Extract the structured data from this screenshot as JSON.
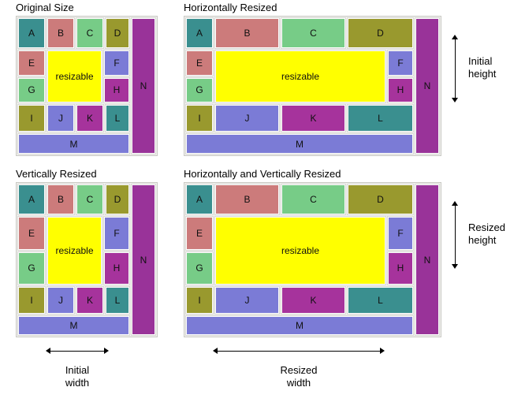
{
  "diagram": {
    "title_font_size": 13,
    "palette": {
      "teal": "#3a8f8f",
      "rose": "#cc7b7b",
      "green": "#77cc87",
      "olive": "#99992e",
      "periwinkle": "#7b7bd6",
      "magenta": "#a6339c",
      "purple": "#993399",
      "yellow": "#ffff00",
      "panel_bg": "#f2f2ef",
      "panel_border": "#c9c9c4",
      "cell_border": "#ffffff",
      "text": "#101010",
      "arrow": "#000000"
    },
    "cell_colors": {
      "A": "#3a8f8f",
      "B": "#cc7b7b",
      "C": "#77cc87",
      "D": "#99992e",
      "E": "#cc7b7b",
      "F": "#7b7bd6",
      "G": "#77cc87",
      "H": "#a6339c",
      "I": "#99992e",
      "J": "#7b7bd6",
      "K": "#a6339c",
      "L": "#3a8f8f",
      "M": "#7b7bd6",
      "N": "#993399",
      "resizable": "#ffff00"
    },
    "panels": [
      {
        "id": "original-size",
        "title": "Original Size",
        "top_row": [
          "A",
          "B",
          "C",
          "D"
        ],
        "left_stack": [
          "E",
          "G"
        ],
        "center": "resizable",
        "right_stack": [
          "F",
          "H"
        ],
        "bottom_row": [
          "I",
          "J",
          "K",
          "L"
        ],
        "full_row": "M",
        "side_column": "N"
      },
      {
        "id": "horizontally-resized",
        "title": "Horizontally Resized",
        "top_row": [
          "A",
          "B",
          "C",
          "D"
        ],
        "left_stack": [
          "E",
          "G"
        ],
        "center": "resizable",
        "right_stack": [
          "F",
          "H"
        ],
        "bottom_row": [
          "I",
          "J",
          "K",
          "L"
        ],
        "full_row": "M",
        "side_column": "N"
      },
      {
        "id": "vertically-resized",
        "title": "Vertically Resized",
        "top_row": [
          "A",
          "B",
          "C",
          "D"
        ],
        "left_stack": [
          "E",
          "G"
        ],
        "center": "resizable",
        "right_stack": [
          "F",
          "H"
        ],
        "bottom_row": [
          "I",
          "J",
          "K",
          "L"
        ],
        "full_row": "M",
        "side_column": "N"
      },
      {
        "id": "horizontally-and-vertically-resized",
        "title": "Horizontally and Vertically Resized",
        "top_row": [
          "A",
          "B",
          "C",
          "D"
        ],
        "left_stack": [
          "E",
          "G"
        ],
        "center": "resizable",
        "right_stack": [
          "F",
          "H"
        ],
        "bottom_row": [
          "I",
          "J",
          "K",
          "L"
        ],
        "full_row": "M",
        "side_column": "N"
      }
    ],
    "labels": {
      "cell_a": "A",
      "cell_b": "B",
      "cell_c": "C",
      "cell_d": "D",
      "cell_e": "E",
      "cell_f": "F",
      "cell_g": "G",
      "cell_h": "H",
      "cell_i": "I",
      "cell_j": "J",
      "cell_k": "K",
      "cell_l": "L",
      "cell_m": "M",
      "cell_n": "N",
      "resizable": "resizable"
    },
    "annotations": {
      "initial_height": "Initial\nheight",
      "resized_height": "Resized\nheight",
      "initial_width": "Initial\nwidth",
      "resized_width": "Resized\nwidth"
    }
  }
}
